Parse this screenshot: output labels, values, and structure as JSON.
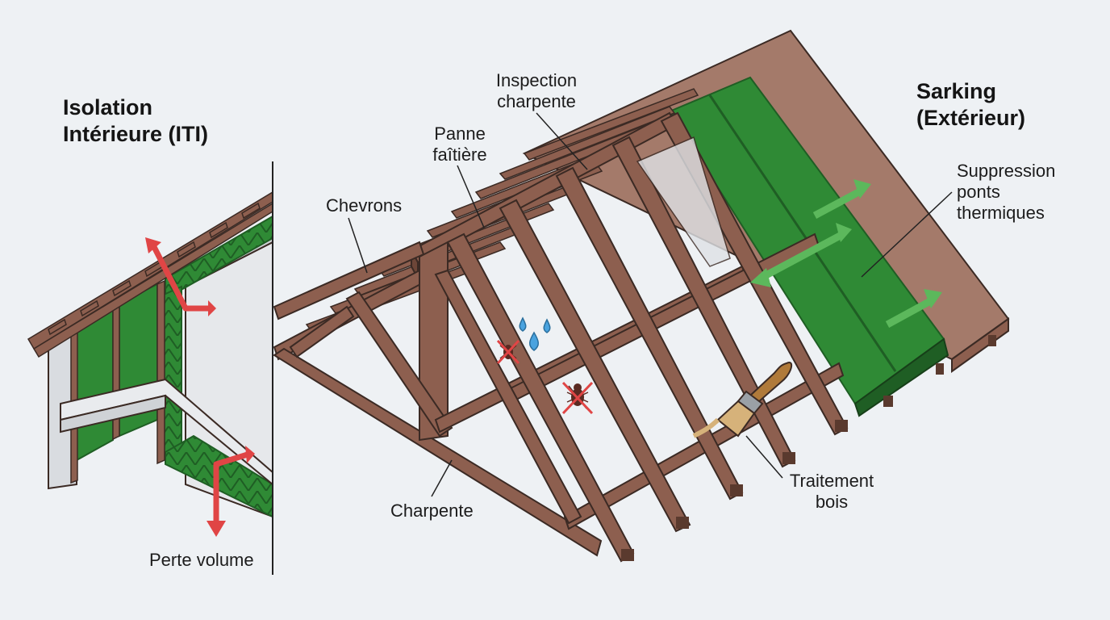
{
  "headings": {
    "iti": [
      "Isolation",
      "Intérieure (ITI)"
    ],
    "sarking": [
      "Sarking",
      "(Extérieur)"
    ]
  },
  "labels": {
    "inspection": [
      "Inspection",
      "charpente"
    ],
    "panne": [
      "Panne",
      "faîtière"
    ],
    "chevrons": "Chevrons",
    "suppression": [
      "Suppression",
      "ponts",
      "thermiques"
    ],
    "charpente": "Charpente",
    "traitement": [
      "Traitement",
      "bois"
    ],
    "perte": "Perte volume"
  },
  "colors": {
    "wood": "#8d5f4f",
    "wood_dark": "#5a3a2e",
    "roof_deck": "#a47a6a",
    "insulation_green": "#2f8a35",
    "insulation_dark": "#1f5e24",
    "arrow_red": "#e04545",
    "arrow_green": "#5cb85c",
    "wall_grey": "#dfe2e6",
    "outline": "#3b2a24"
  },
  "icons": [
    "water-drops-icon",
    "crossed-insect-icon",
    "paint-brush-icon",
    "bidirectional-arrow-icon"
  ]
}
